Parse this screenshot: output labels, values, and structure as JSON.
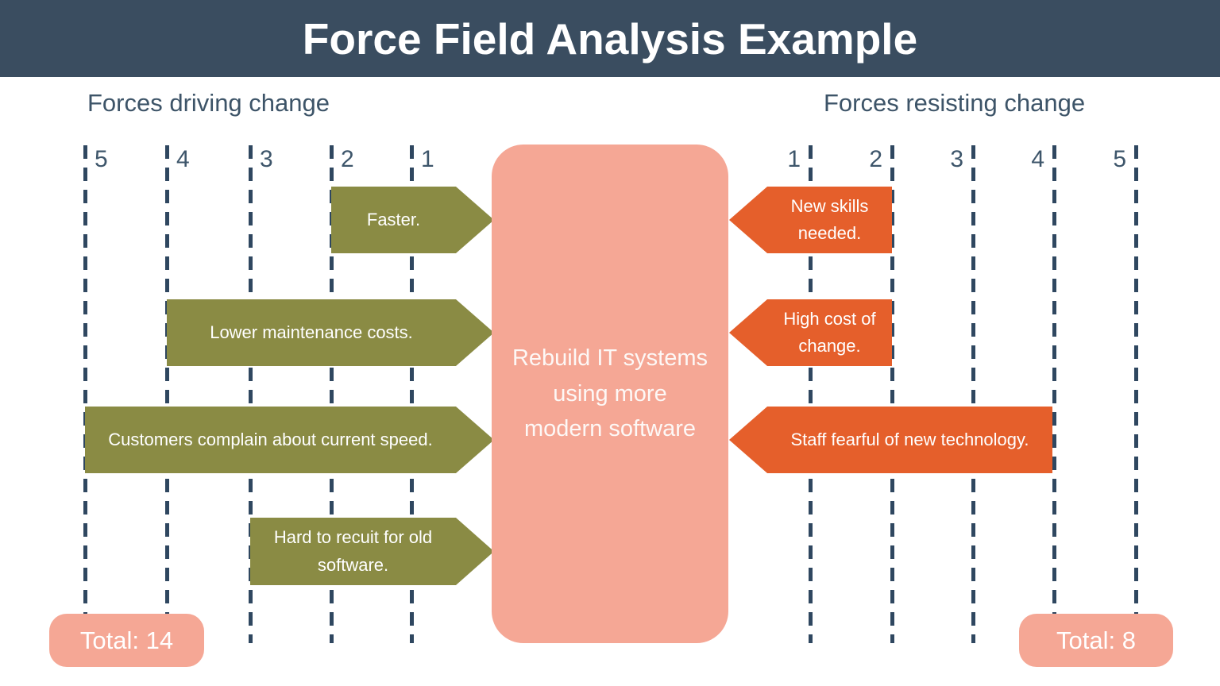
{
  "title": "Force Field Analysis Example",
  "left_section": {
    "heading": "Forces driving change",
    "scale": [
      "5",
      "4",
      "3",
      "2",
      "1"
    ],
    "total_label": "Total: 14",
    "total_value": 14
  },
  "right_section": {
    "heading": "Forces resisting change",
    "scale": [
      "1",
      "2",
      "3",
      "4",
      "5"
    ],
    "total_label": "Total: 8",
    "total_value": 8
  },
  "center": {
    "label": "Rebuild IT systems using more modern software",
    "label_lines": [
      "Rebuild IT systems",
      "using more",
      "modern software"
    ]
  },
  "driving_forces": [
    {
      "label": "Faster.",
      "value": 2
    },
    {
      "label": "Lower maintenance costs.",
      "value": 4
    },
    {
      "label": "Customers complain about current speed.",
      "value": 5
    },
    {
      "label": "Hard to recuit for old software.",
      "value": 3
    }
  ],
  "resisting_forces": [
    {
      "label": "New skills needed.",
      "value": 2
    },
    {
      "label": "High cost of change.",
      "value": 2
    },
    {
      "label": "Staff fearful of new technology.",
      "value": 4
    }
  ],
  "colors": {
    "slate": "#3a4d60",
    "line": "#2f4760",
    "number": "#3e566b",
    "olive": "#8a8b44",
    "orange": "#e55f2b",
    "salmon": "#f5a795"
  }
}
